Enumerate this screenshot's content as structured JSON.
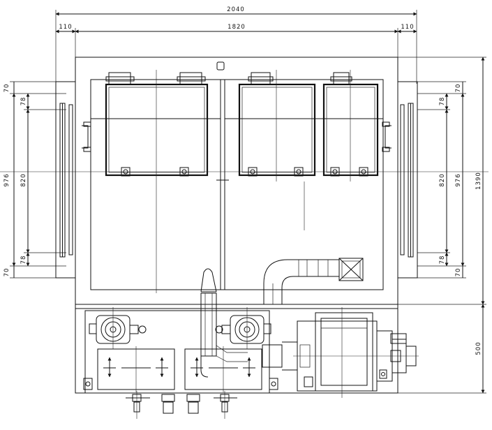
{
  "drawing": {
    "dims": {
      "overall_width": "2040",
      "inner_width": "1820",
      "left_offset": "110",
      "right_offset": "110",
      "overall_height": "1390",
      "lower_height": "500",
      "left_top_70": "70",
      "left_top_78": "78",
      "left_976": "976",
      "left_820": "820",
      "left_bot_78": "78",
      "left_bot_70": "70",
      "right_top_70": "70",
      "right_top_78": "78",
      "right_820": "820",
      "right_976": "976",
      "right_bot_78": "78",
      "right_bot_70": "70"
    }
  }
}
